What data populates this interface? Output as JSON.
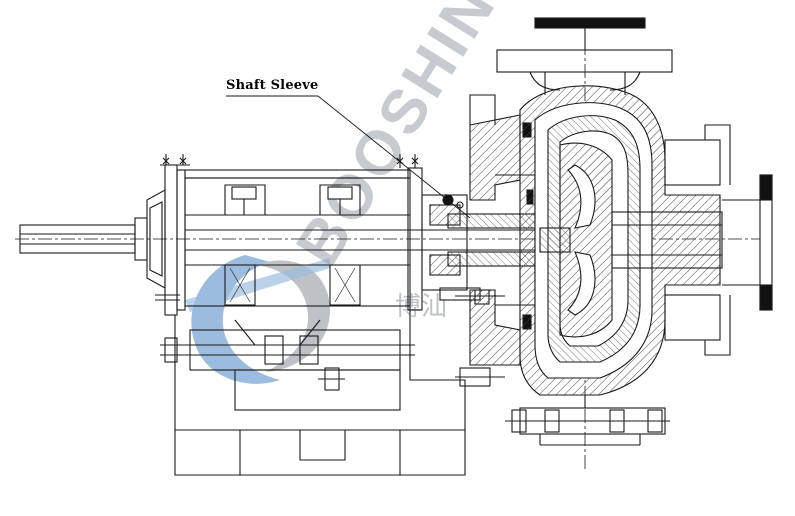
{
  "callout": {
    "label": "Shaft Sleeve"
  },
  "watermark": {
    "text": "BOOSHINO",
    "chinese_text": "博汕"
  },
  "colors": {
    "line": "#1a1a1a",
    "hatch": "#444444",
    "fill_black": "#111111",
    "watermark_blue": "#4a86c6",
    "watermark_gray": "#8a8f96",
    "background": "#ffffff"
  }
}
